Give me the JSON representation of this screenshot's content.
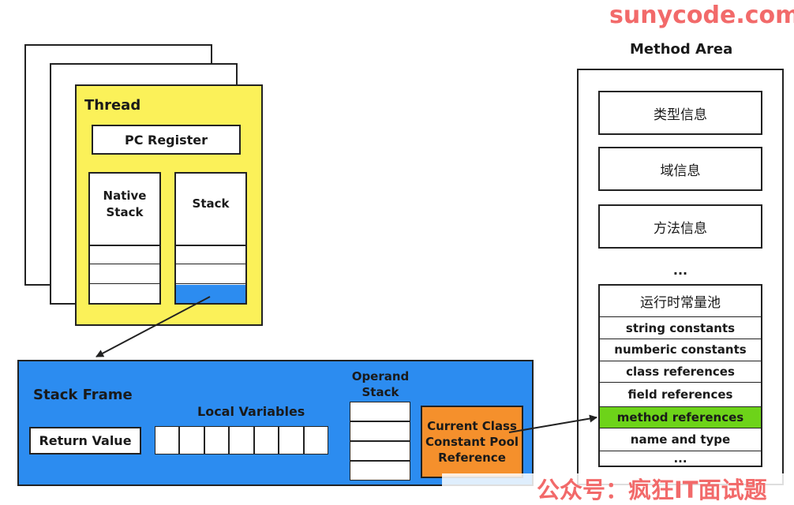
{
  "watermark_top": "sunycode.com",
  "watermark_bottom": "公众号：疯狂IT面试题",
  "thread": {
    "title": "Thread",
    "pc_register": "PC Register",
    "native_stack": "Native\nStack",
    "stack": "Stack"
  },
  "stack_frame": {
    "title": "Stack Frame",
    "return_value": "Return Value",
    "local_variables": "Local Variables",
    "operand_stack": "Operand\nStack",
    "current_class_ref": "Current Class\nConstant Pool\nReference"
  },
  "method_area": {
    "title": "Method Area",
    "type_info": "类型信息",
    "field_info": "域信息",
    "method_info": "方法信息",
    "ellipsis": "...",
    "runtime_constant_pool": "运行时常量池",
    "pool_items": [
      "string constants",
      "numberic constants",
      "class references",
      "field references",
      "method references",
      "name and type",
      "..."
    ]
  },
  "colors": {
    "thread_bg": "#FBF159",
    "stack_frame_bg": "#2C8CF0",
    "active_stack_cell": "#2C8CF0",
    "current_class_ref_bg": "#F5902C",
    "method_references_bg": "#6DD319",
    "watermark": "#F26A6A"
  }
}
